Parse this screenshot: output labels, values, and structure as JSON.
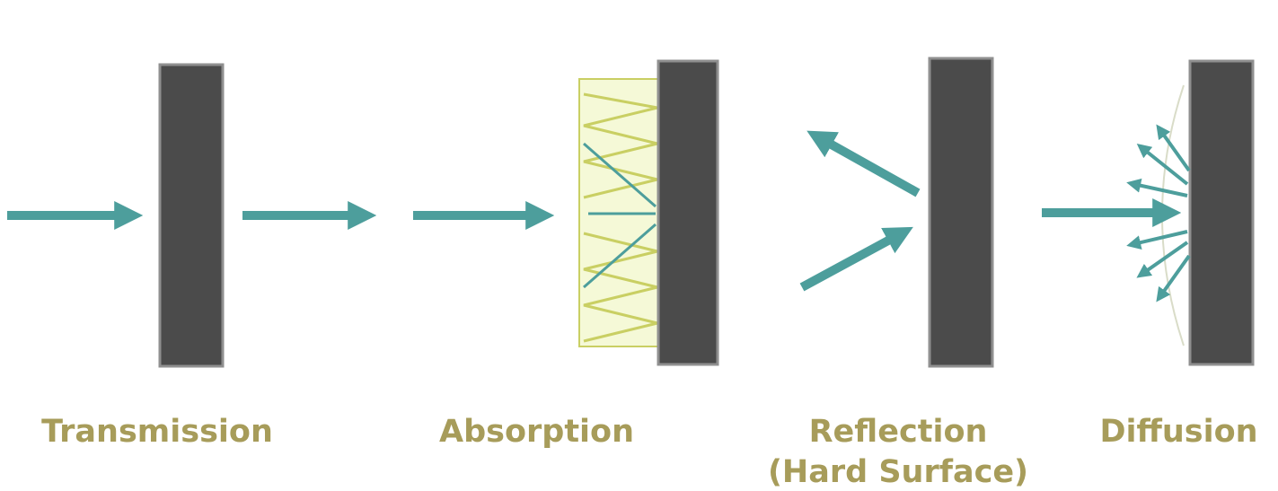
{
  "colors": {
    "wall": "#4b4b4b",
    "wall_edge": "#8f8f8f",
    "arrow": "#4d9e9c",
    "label": "#a79c5a",
    "absorption_fill": "#f5f9d7",
    "absorption_stroke": "#c9cf63"
  },
  "labels": {
    "transmission": "Transmission",
    "absorption": "Absorption",
    "reflection_line1": "Reflection",
    "reflection_line2": "(Hard Surface)",
    "diffusion": "Diffusion"
  },
  "icons": {
    "transmission": "arrow-through-wall-icon",
    "absorption": "arrow-into-absorber-icon",
    "reflection": "arrow-bounce-icon",
    "diffusion": "arrow-scatter-icon"
  }
}
